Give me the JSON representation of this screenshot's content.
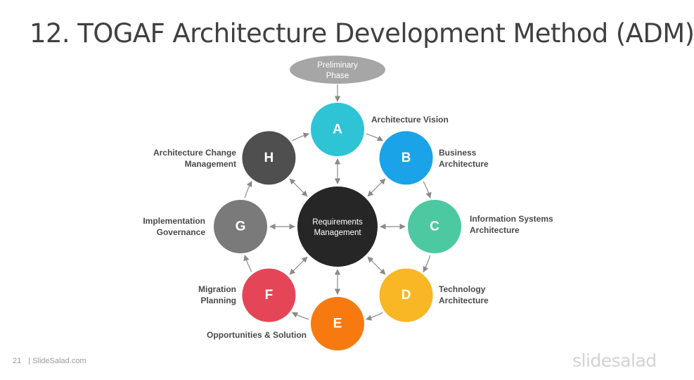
{
  "title": "12. TOGAF Architecture Development Method (ADM)",
  "preliminary": {
    "line1": "Preliminary",
    "line2": "Phase",
    "color": "#a6a6a6"
  },
  "center": {
    "line1": "Requirements",
    "line2": "Management",
    "color": "#262626"
  },
  "phases": [
    {
      "letter": "A",
      "color": "#2ec4d6",
      "label": [
        "Architecture Vision"
      ]
    },
    {
      "letter": "B",
      "color": "#1aa3e8",
      "label": [
        "Business",
        "Architecture"
      ]
    },
    {
      "letter": "C",
      "color": "#4cc9a0",
      "label": [
        "Information Systems",
        "Architecture"
      ]
    },
    {
      "letter": "D",
      "color": "#f9b625",
      "label": [
        "Technology",
        "Architecture"
      ]
    },
    {
      "letter": "E",
      "color": "#f77a10",
      "label": [
        "Opportunities  & Solution"
      ]
    },
    {
      "letter": "F",
      "color": "#e44658",
      "label": [
        "Migration",
        "Planning"
      ]
    },
    {
      "letter": "G",
      "color": "#7a7a7a",
      "label": [
        "Implementation",
        "Governance"
      ]
    },
    {
      "letter": "H",
      "color": "#4f4f4f",
      "label": [
        "Architecture Change",
        "Management"
      ]
    }
  ],
  "footer": {
    "page": "21",
    "brand": "| SlideSalad.com"
  },
  "logo": "slidesalad"
}
